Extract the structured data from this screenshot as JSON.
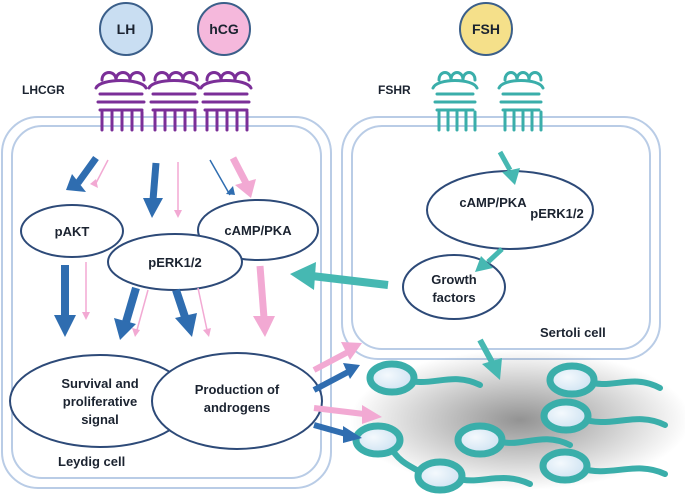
{
  "hormones": {
    "lh": "LH",
    "hcg": "hCG",
    "fsh": "FSH"
  },
  "receptors": {
    "lhcgr": "LHCGR",
    "fshr": "FSHR"
  },
  "leydig": {
    "pakt": "pAKT",
    "perk": "pERK1/2",
    "camp": "cAMP/PKA",
    "survival_line1": "Survival and",
    "survival_line2": "proliferative",
    "survival_line3": "signal",
    "production_line1": "Production of",
    "production_line2": "androgens",
    "cell_label": "Leydig cell"
  },
  "sertoli": {
    "camp_line1": "cAMP/PKA",
    "camp_line2": "pERK1/2",
    "growth_line1": "Growth",
    "growth_line2": "factors",
    "cell_label": "Sertoli cell"
  },
  "colors": {
    "lh_circle": "#c9def2",
    "hcg_circle": "#f5b8dc",
    "fsh_circle": "#f5e08a",
    "lhcgr_receptor": "#7b2f98",
    "fshr_receptor": "#3aaeaa",
    "dark_blue_arrow": "#2f6db0",
    "pink_arrow": "#f2a9d3",
    "teal_arrow": "#46b8b2",
    "cell_membrane": "#b9cce6",
    "ellipse_stroke": "#2d4a78",
    "sperm": "#3aaeaa"
  }
}
